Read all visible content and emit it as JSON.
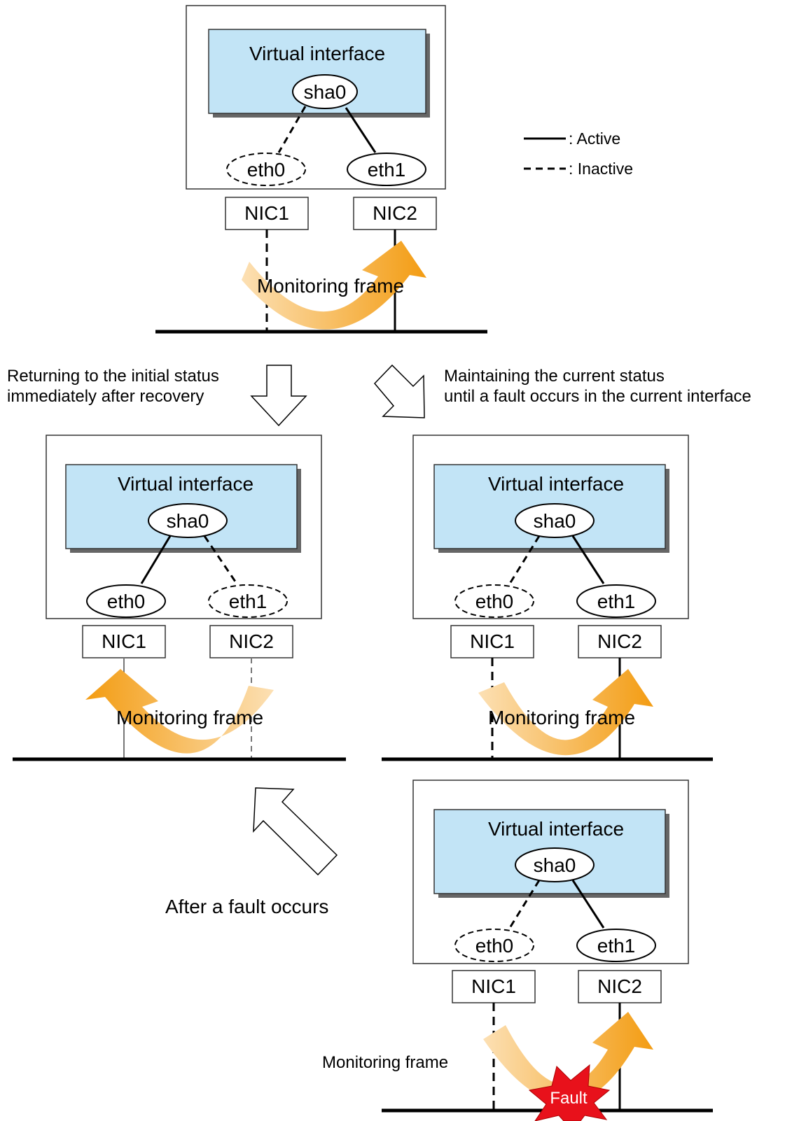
{
  "legend": {
    "active": ": Active",
    "inactive": ": Inactive"
  },
  "panels": {
    "top": {
      "virtual_interface": "Virtual interface",
      "sha": "sha0",
      "eth0": "eth0",
      "eth1": "eth1",
      "nic1": "NIC1",
      "nic2": "NIC2",
      "monitoring": "Monitoring frame"
    },
    "left": {
      "virtual_interface": "Virtual interface",
      "sha": "sha0",
      "eth0": "eth0",
      "eth1": "eth1",
      "nic1": "NIC1",
      "nic2": "NIC2",
      "monitoring": "Monitoring frame"
    },
    "right": {
      "virtual_interface": "Virtual interface",
      "sha": "sha0",
      "eth0": "eth0",
      "eth1": "eth1",
      "nic1": "NIC1",
      "nic2": "NIC2",
      "monitoring": "Monitoring frame"
    },
    "bottom": {
      "virtual_interface": "Virtual interface",
      "sha": "sha0",
      "eth0": "eth0",
      "eth1": "eth1",
      "nic1": "NIC1",
      "nic2": "NIC2",
      "monitoring": "Monitoring frame",
      "fault": "Fault"
    }
  },
  "captions": {
    "returning": [
      "Returning to the initial status",
      "immediately after recovery"
    ],
    "maintaining": [
      "Maintaining the current status",
      "until a fault occurs in the current interface"
    ],
    "after_fault": "After a fault occurs"
  },
  "colors": {
    "virtual_interface_fill": "#c2e4f6",
    "monitoring_arrow": "#f39c12",
    "fault_burst": "#e8111b"
  }
}
